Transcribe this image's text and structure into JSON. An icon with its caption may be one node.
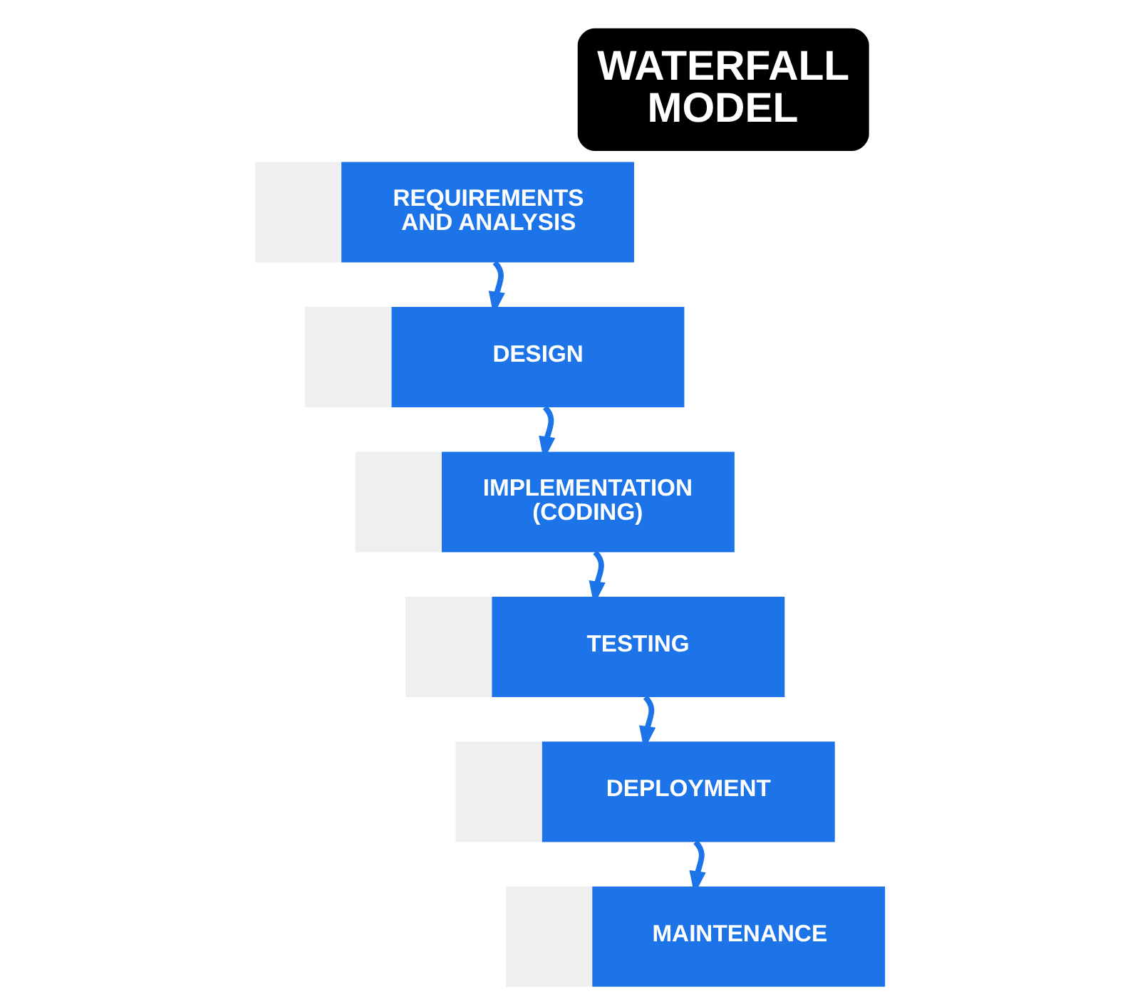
{
  "diagram": {
    "title": "WATERFALL MODEL",
    "nodes": [
      {
        "text": [
          "REQUIREMENTS AND ANALYSIS"
        ]
      },
      {
        "text": [
          "DESIGN"
        ]
      },
      {
        "text": [
          "IMPLEMENTATION (CODING)"
        ]
      },
      {
        "text": [
          "TESTING"
        ]
      },
      {
        "text": [
          "DEPLOYMENT"
        ]
      },
      {
        "text": [
          "MAINTENANCE"
        ]
      }
    ],
    "edges": [
      {
        "from": 0,
        "to": 1,
        "arrow": "to"
      },
      {
        "from": 1,
        "to": 2,
        "arrow": "to"
      },
      {
        "from": 2,
        "to": 3,
        "arrow": "to"
      },
      {
        "from": 3,
        "to": 4,
        "arrow": "to"
      },
      {
        "from": 4,
        "to": 5,
        "arrow": "to"
      }
    ]
  }
}
